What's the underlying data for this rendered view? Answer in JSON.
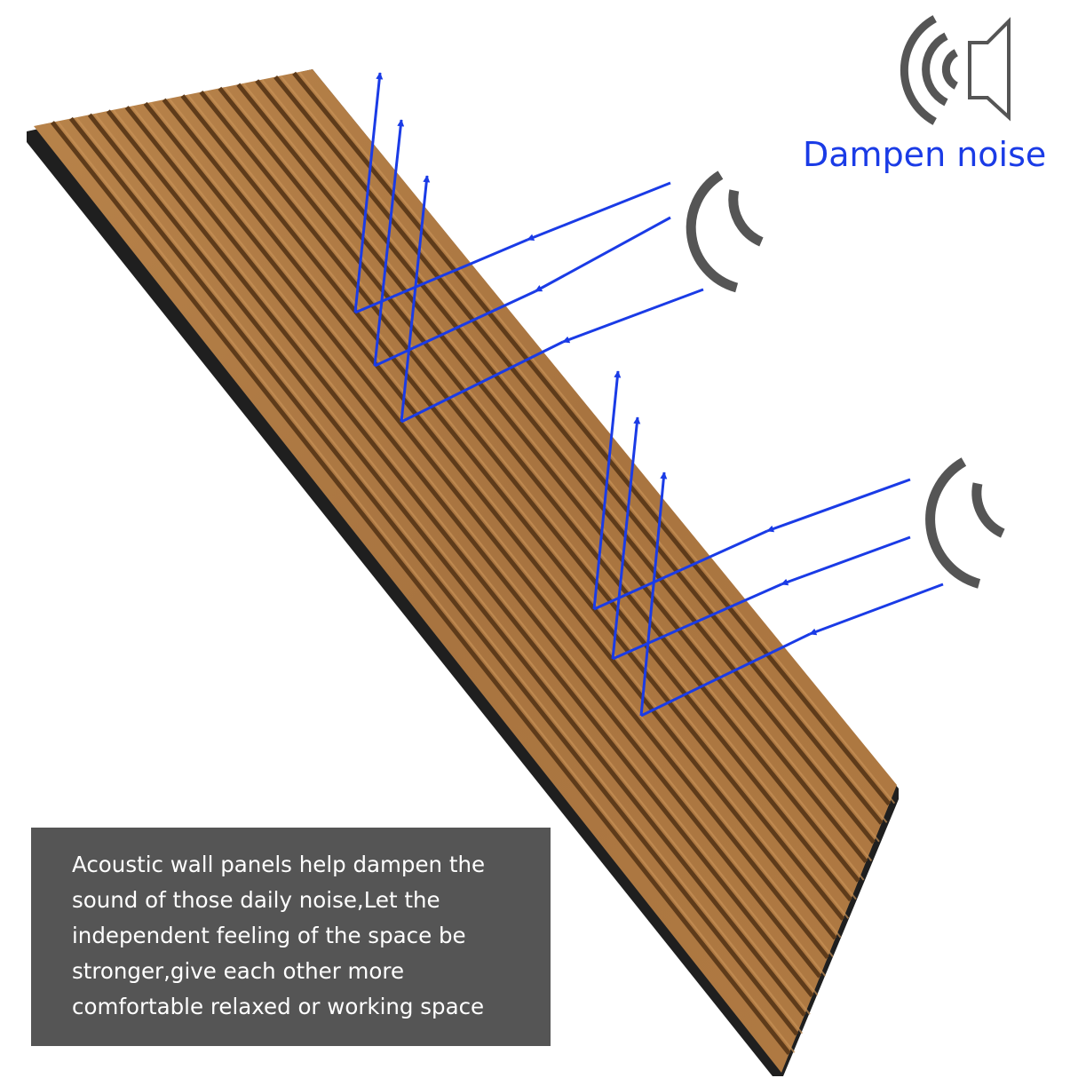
{
  "title": "Dampen noise",
  "caption": [
    "Acoustic wall panels help dampen the",
    "sound of those daily noise,Let the",
    "independent feeling of the space be",
    "stronger,give each other more",
    "comfortable relaxed or working space"
  ],
  "icons": {
    "speaker": "speaker-icon",
    "sound_waves": "sound-waves-icon"
  },
  "colors": {
    "arrow": "#1a3be6",
    "title": "#1a3be6",
    "wave": "#555555",
    "caption_bg": "#555555",
    "caption_text": "#ffffff",
    "wood": "#b07a42",
    "wood_dark": "#5e3b1a",
    "felt": "#1f1f1f"
  }
}
